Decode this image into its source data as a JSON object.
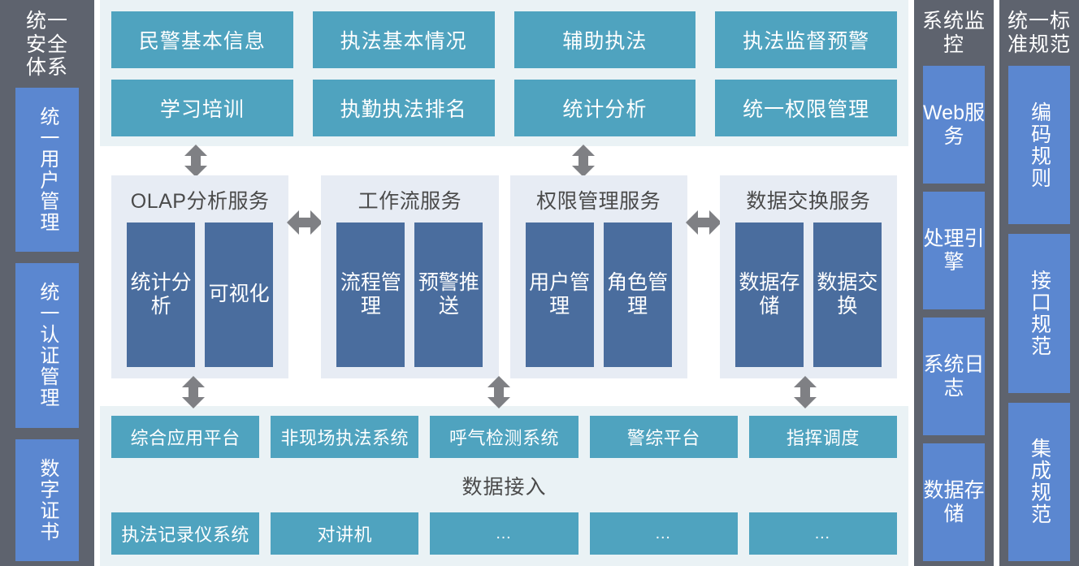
{
  "left_sidebar": {
    "title": "统一安全体系",
    "items": [
      {
        "label": "统一用户管理"
      },
      {
        "label": "统一认证管理"
      },
      {
        "label": "数字证书"
      }
    ]
  },
  "application_layer": {
    "boxes": [
      {
        "label": "民警基本信息"
      },
      {
        "label": "执法基本情况"
      },
      {
        "label": "辅助执法"
      },
      {
        "label": "执法监督预警"
      },
      {
        "label": "学习培训"
      },
      {
        "label": "执勤执法排名"
      },
      {
        "label": "统计分析"
      },
      {
        "label": "统一权限管理"
      }
    ]
  },
  "service_layer": {
    "panels": [
      {
        "title": "OLAP分析服务",
        "boxes": [
          {
            "label": "统计分析"
          },
          {
            "label": "可视化"
          }
        ]
      },
      {
        "title": "工作流服务",
        "boxes": [
          {
            "label": "流程管理"
          },
          {
            "label": "预警推送"
          }
        ]
      },
      {
        "title": "权限管理服务",
        "boxes": [
          {
            "label": "用户管理"
          },
          {
            "label": "角色管理"
          }
        ]
      },
      {
        "title": "数据交换服务",
        "boxes": [
          {
            "label": "数据存储"
          },
          {
            "label": "数据交换"
          }
        ]
      }
    ]
  },
  "data_layer": {
    "middle_label": "数据接入",
    "top_row": [
      {
        "label": "综合应用平台"
      },
      {
        "label": "非现场执法系统"
      },
      {
        "label": "呼气检测系统"
      },
      {
        "label": "警综平台"
      },
      {
        "label": "指挥调度"
      }
    ],
    "bottom_row": [
      {
        "label": "执法记录仪系统"
      },
      {
        "label": "对讲机"
      },
      {
        "label": "…"
      },
      {
        "label": "…"
      },
      {
        "label": "…"
      }
    ]
  },
  "sidebar_monitor": {
    "title": "系统监控",
    "items": [
      {
        "label": "Web服务"
      },
      {
        "label": "处理引擎"
      },
      {
        "label": "系统日志"
      },
      {
        "label": "数据存储"
      }
    ]
  },
  "sidebar_standard": {
    "title": "统一标准规范",
    "items": [
      {
        "label": "编码规则"
      },
      {
        "label": "接口规范"
      },
      {
        "label": "集成规范"
      }
    ]
  },
  "colors": {
    "sidebar_bg": "#5E636E",
    "sidebar_box": "#5B87D0",
    "app_box": "#4FA3BF",
    "app_layer_bg": "#EAF2F5",
    "service_panel_bg": "#E7ECF4",
    "service_box": "#4A6D9E",
    "arrow": "#7F8084"
  }
}
